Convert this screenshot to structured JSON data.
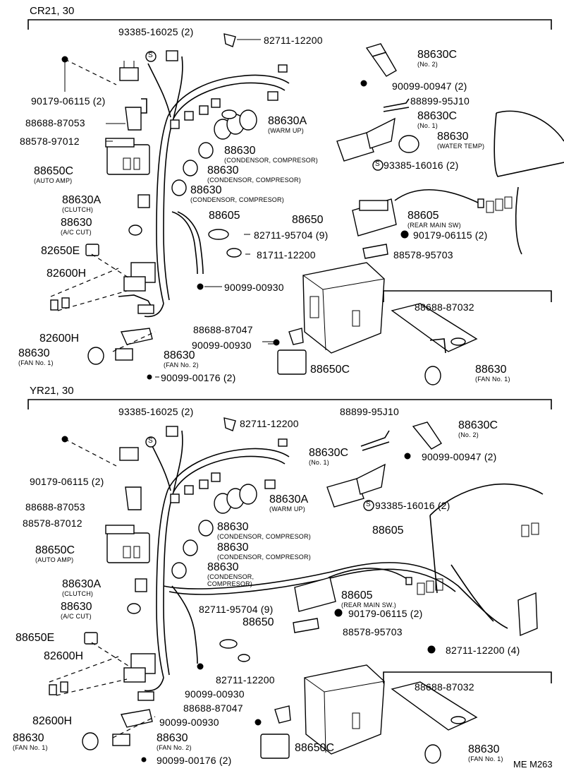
{
  "sections": {
    "top": {
      "title": "CR21, 30",
      "labels": {
        "p93385_16025": "93385-16025 (2)",
        "p82711_12200": "82711-12200",
        "p88630c_no2": "88630C",
        "p88630c_no2_sub": "(No. 2)",
        "p90099_00947": "90099-00947 (2)",
        "p88899_95j10": "88899-95J10",
        "p88630c_no1": "88630C",
        "p88630c_no1_sub": "(No. 1)",
        "p88630_water": "88630",
        "p88630_water_sub": "(WATER TEMP)",
        "p93385_16016": "93385-16016 (2)",
        "p90179_06115_l": "90179-06115 (2)",
        "p88688_87053": "88688-87053",
        "p88578_97012": "88578-97012",
        "p88650c_amp": "88650C",
        "p88650c_amp_sub": "(AUTO AMP)",
        "p88630a_warm": "88630A",
        "p88630a_warm_sub": "(WARM UP)",
        "p88630_cond1": "88630",
        "p88630_cond1_sub": "(CONDENSOR, COMPRESOR)",
        "p88630_cond2": "88630",
        "p88630_cond2_sub": "(CONDENSOR, COMPRESOR)",
        "p88630_cond3": "88630",
        "p88630_cond3_sub": "(CONDENSOR, COMPRESOR)",
        "p88630a_clutch": "88630A",
        "p88630a_clutch_sub": "(CLUTCH)",
        "p88630_accut": "88630",
        "p88630_accut_sub": "(A/C CUT)",
        "p88605": "88605",
        "p88650": "88650",
        "p88605_rear": "88605",
        "p88605_rear_sub": "(REAR MAIN SW)",
        "p90179_06115_r": "90179-06115 (2)",
        "p82711_95704": "82711-95704 (9)",
        "p81711_12200": "81711-12200",
        "p88578_95703": "88578-95703",
        "p82650e": "82650E",
        "p82600h_a": "82600H",
        "p90099_00930": "90099-00930",
        "p82600h_b": "82600H",
        "p88688_87032": "88688-87032",
        "p88688_87047": "88688-87047",
        "p90099_00930_b": "90099-00930",
        "p88630_fan1": "88630",
        "p88630_fan1_sub": "(FAN No. 1)",
        "p88630_fan2": "88630",
        "p88630_fan2_sub": "(FAN No. 2)",
        "p88650c_b": "88650C",
        "p88630_fan1_r": "88630",
        "p88630_fan1_r_sub": "(FAN No. 1)",
        "p90099_00176": "90099-00176 (2)"
      }
    },
    "bottom": {
      "title": "YR21, 30",
      "labels": {
        "p93385_16025": "93385-16025 (2)",
        "p88899_95j10": "88899-95J10",
        "p82711_12200": "82711-12200",
        "p88630c_no2": "88630C",
        "p88630c_no2_sub": "(No. 2)",
        "p88630c_no1": "88630C",
        "p88630c_no1_sub": "(No. 1)",
        "p90099_00947": "90099-00947 (2)",
        "p90179_06115_l": "90179-06115 (2)",
        "p93385_16016": "93385-16016 (2)",
        "p88688_87053": "88688-87053",
        "p88630a_warm": "88630A",
        "p88630a_warm_sub": "(WARM UP)",
        "p88578_87012": "88578-87012",
        "p88605": "88605",
        "p88650c_amp": "88650C",
        "p88650c_amp_sub": "(AUTO AMP)",
        "p88630_cond1": "88630",
        "p88630_cond1_sub": "(CONDENSOR, COMPRESOR)",
        "p88630_cond2": "88630",
        "p88630_cond2_sub": "(CONDENSOR, COMPRESOR)",
        "p88630_cond3": "88630",
        "p88630_cond3_sub": "(CONDENSOR,",
        "p88630_cond3_sub2": "COMPRESOR)",
        "p88630a_clutch": "88630A",
        "p88630a_clutch_sub": "(CLUTCH)",
        "p88605_rear": "88605",
        "p88605_rear_sub": "(REAR MAIN SW.)",
        "p82711_95704": "82711-95704 (9)",
        "p88630_accut": "88630",
        "p88630_accut_sub": "(A/C CUT)",
        "p88650": "88650",
        "p90179_06115_r": "90179-06115 (2)",
        "p88578_95703": "88578-95703",
        "p88650e": "88650E",
        "p82711_12200_r": "82711-12200 (4)",
        "p82600h_a": "82600H",
        "p82711_12200_b": "82711-12200",
        "p90099_00930": "90099-00930",
        "p88688_87032": "88688-87032",
        "p88688_87047": "88688-87047",
        "p82600h_b": "82600H",
        "p90099_00930_b": "90099-00930",
        "p88630_fan1": "88630",
        "p88630_fan1_sub": "(FAN No. 1)",
        "p88630_fan2": "88630",
        "p88630_fan2_sub": "(FAN No. 2)",
        "p88650c_b": "88650C",
        "p88630_fan1_r": "88630",
        "p88630_fan1_r_sub": "(FAN No. 1)",
        "p90099_00176": "90099-00176 (2)"
      }
    }
  },
  "footer": {
    "ref": "ME M263"
  },
  "markers": {
    "s": "S"
  }
}
